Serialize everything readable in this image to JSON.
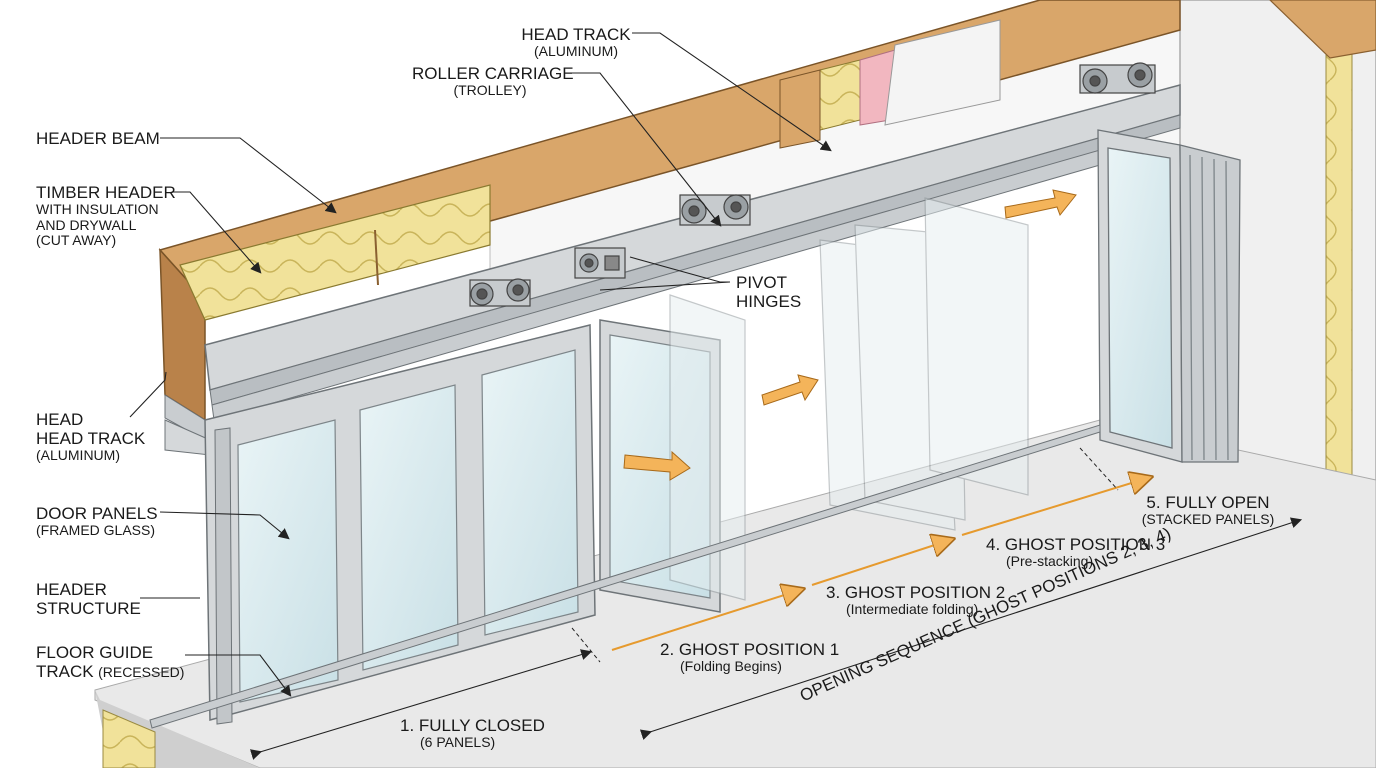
{
  "labels": {
    "head_track_top": {
      "title": "HEAD TRACK",
      "sub": "(ALUMINUM)"
    },
    "roller_carriage": {
      "title": "ROLLER CARRIAGE",
      "sub": "(TROLLEY)"
    },
    "header_beam": {
      "title": "HEADER BEAM"
    },
    "timber_header": {
      "l1": "TIMBER HEADER",
      "l2": "WITH INSULATION",
      "l3": "AND DRYWALL",
      "l4": "(CUT AWAY)"
    },
    "pivot_hinges": {
      "l1": "PIVOT",
      "l2": "HINGES"
    },
    "head_track_left": {
      "l1": "HEAD",
      "l2": "HEAD TRACK",
      "l3": "(ALUMINUM)"
    },
    "door_panels": {
      "title": "DOOR PANELS",
      "sub": "(FRAMED GLASS)"
    },
    "header_structure": {
      "l1": "HEADER",
      "l2": "STRUCTURE"
    },
    "floor_guide": {
      "l1": "FLOOR GUIDE",
      "l2": "TRACK",
      "l3": "(RECESSED)"
    }
  },
  "sequence": {
    "fully_closed": {
      "title": "1. FULLY CLOSED",
      "sub": "(6 PANELS)"
    },
    "ghost_1": {
      "title": "2. GHOST POSITION 1",
      "sub": "(Folding Begins)"
    },
    "ghost_2": {
      "title": "3. GHOST POSITION 2",
      "sub": "(Intermediate folding)"
    },
    "ghost_3": {
      "title": "4. GHOST POSITION 3",
      "sub": "(Pre-stacking)"
    },
    "fully_open": {
      "title": "5. FULLY OPEN",
      "sub": "(STACKED PANELS)"
    },
    "opening_sequence": "OPENING SEQUENCE (GHOST POSITIONS 2, 3, 4)"
  },
  "colors": {
    "timber": "#d9a66a",
    "timber_dark": "#b9824a",
    "insulation": "#f1e29a",
    "aluminum": "#d5d8da",
    "glass": "#dcecf0",
    "arrow": "#f4b45a",
    "floor": "#e8e8e8"
  }
}
